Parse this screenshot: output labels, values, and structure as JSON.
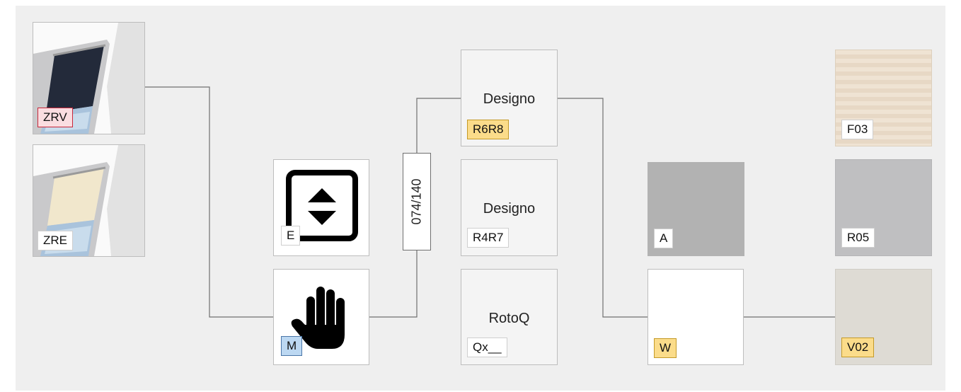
{
  "blinds": [
    {
      "code": "ZRV",
      "shade": "dark"
    },
    {
      "code": "ZRE",
      "shade": "beige"
    }
  ],
  "operation": [
    {
      "code": "E",
      "icon": "up-down-arrows-icon"
    },
    {
      "code": "M",
      "icon": "hand-icon"
    }
  ],
  "size_label": "074/140",
  "window_types": [
    {
      "name": "Designo",
      "code": "R6R8"
    },
    {
      "name": "Designo",
      "code": "R4R7"
    },
    {
      "name": "RotoQ",
      "code": "Qx__"
    }
  ],
  "frame_colors": [
    {
      "code": "A",
      "color": "#b2b2b2"
    },
    {
      "code": "W",
      "color": "#ffffff"
    }
  ],
  "fabrics": [
    {
      "code": "F03",
      "color": "#ede0cf"
    },
    {
      "code": "R05",
      "color": "#bfbfc1"
    },
    {
      "code": "V02",
      "color": "#dedbd4"
    }
  ],
  "colors": {
    "panel_bg": "#efefef",
    "line": "#6f6f6f",
    "highlight_pink": "#fadde1",
    "highlight_yellow": "#fbdc8a",
    "highlight_blue": "#bcd8f2"
  }
}
